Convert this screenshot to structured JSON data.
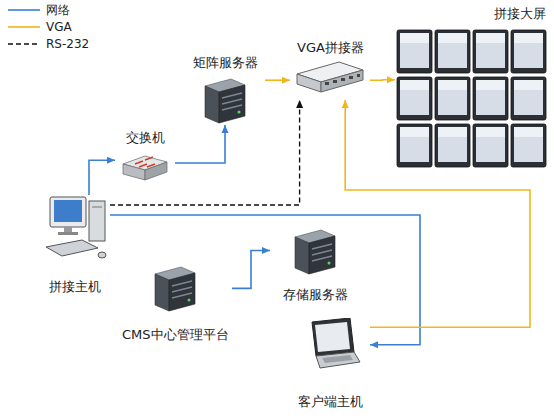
{
  "diagram": {
    "nodes": [
      {
        "text": [
          "VGA拼接器"
        ]
      },
      {
        "text": [
          "拼接大屏"
        ]
      },
      {
        "text": [
          "矩阵服务器"
        ]
      },
      {
        "text": [
          "交换机"
        ]
      },
      {
        "text": [
          "拼接主机"
        ]
      },
      {
        "text": [
          "存储服务器"
        ]
      },
      {
        "text": [
          "CMS中心管理平台"
        ]
      },
      {
        "text": [
          "客户端主机"
        ]
      }
    ],
    "edges": [
      {
        "from": 4,
        "to": 3,
        "arrow": "to"
      },
      {
        "from": 3,
        "to": 2,
        "arrow": "to"
      },
      {
        "from": 4,
        "to": 0,
        "arrow": "to"
      },
      {
        "from": 2,
        "to": 0,
        "arrow": "to"
      },
      {
        "from": 0,
        "to": 1,
        "arrow": "to"
      },
      {
        "from": 4,
        "to": 7,
        "arrow": "to"
      },
      {
        "from": 6,
        "to": 5,
        "arrow": "to"
      },
      {
        "from": 7,
        "to": 0,
        "arrow": "to"
      }
    ],
    "legend": [
      {
        "text": "网络"
      },
      {
        "text": "VGA"
      },
      {
        "text": "RS-232"
      }
    ]
  }
}
